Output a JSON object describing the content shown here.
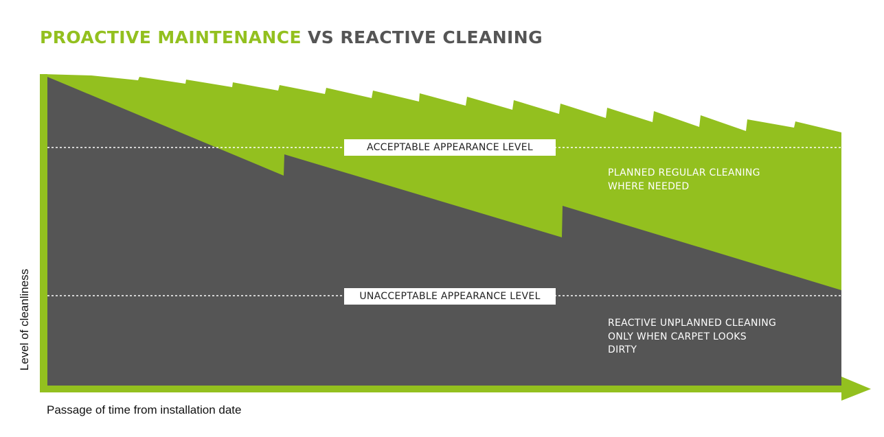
{
  "title": {
    "part1": "PROACTIVE MAINTENANCE",
    "part2": "VS",
    "part3": "REACTIVE CLEANING"
  },
  "colors": {
    "proactive": "#93c01f",
    "reactive": "#555555",
    "background": "#ffffff"
  },
  "axes": {
    "y_label": "Level of cleanliness",
    "x_label": "Passage of time from installation date"
  },
  "levels": {
    "acceptable": "ACCEPTABLE APPEARANCE LEVEL",
    "unacceptable": "UNACCEPTABLE APPEARANCE LEVEL"
  },
  "annotations": {
    "planned": [
      "PLANNED REGULAR CLEANING",
      "WHERE NEEDED"
    ],
    "reactive": [
      "REACTIVE UNPLANNED CLEANING",
      "ONLY WHEN CARPET LOOKS",
      "DIRTY"
    ]
  }
}
